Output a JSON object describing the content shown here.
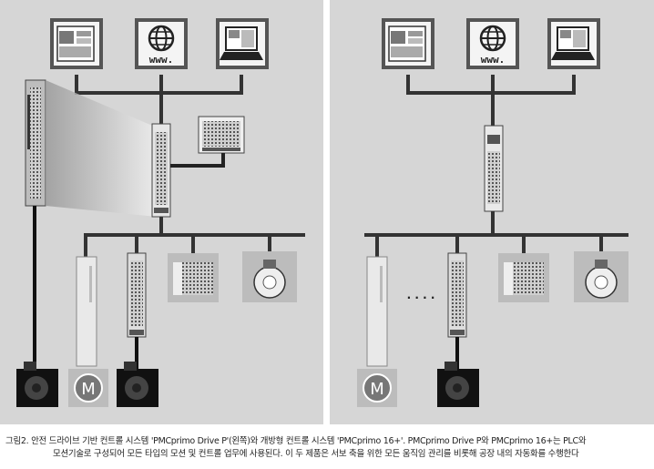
{
  "diagram": {
    "www_label": "www.",
    "motor_label": "M",
    "ellipsis": ". . . ."
  },
  "caption": {
    "line1": "그림2. 안전 드라이브 기반 컨트롤 시스템 'PMCprimo Drive P'(왼쪽)와 개방형 컨트롤 시스템 'PMCprimo 16+'. PMCprimo Drive P와 PMCprimo 16+는 PLC와",
    "line2": "모션기술로 구성되어 모든 타입의 모션 및 컨트롤 업무에 사용된다. 이 두 제품은 서보 축을 위한 모든 움직임 관리를 비롯해 공장 내의 자동화를 수행한다"
  },
  "colors": {
    "panel_bg": "#d6d6d6",
    "bus": "#3a3a3a",
    "device_light": "#ececec",
    "device_dark": "#222222"
  }
}
